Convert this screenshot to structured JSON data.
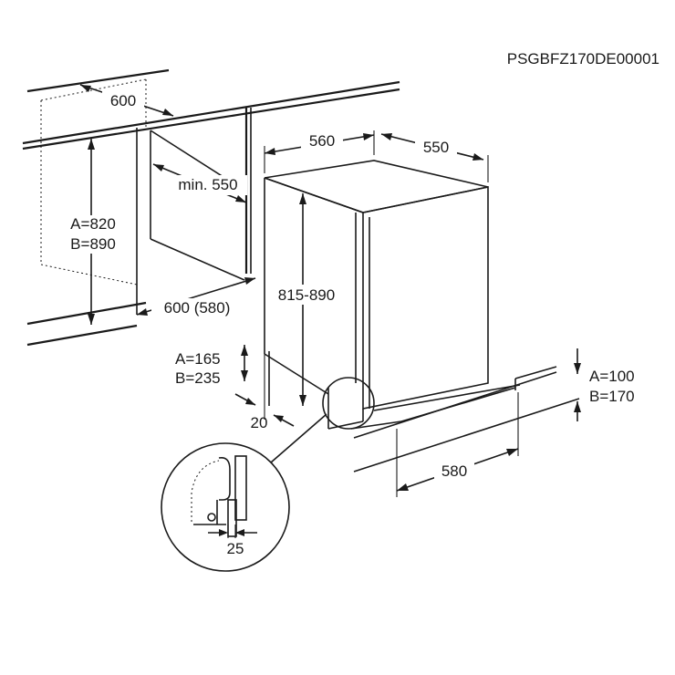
{
  "code": "PSGBFZ170DE00001",
  "labels": {
    "niche_width": "600",
    "niche_depth": "min. 550",
    "niche_height_a": "A=820",
    "niche_height_b": "B=890",
    "niche_depth_bottom": "600 (580)",
    "appliance_width": "560",
    "appliance_depth": "550",
    "appliance_height": "815-890",
    "plinth_a": "A=165",
    "plinth_b": "B=235",
    "foot_offset": "20",
    "plinth_right_a": "A=100",
    "plinth_right_b": "B=170",
    "plinth_depth": "580",
    "detail_gap": "25"
  }
}
